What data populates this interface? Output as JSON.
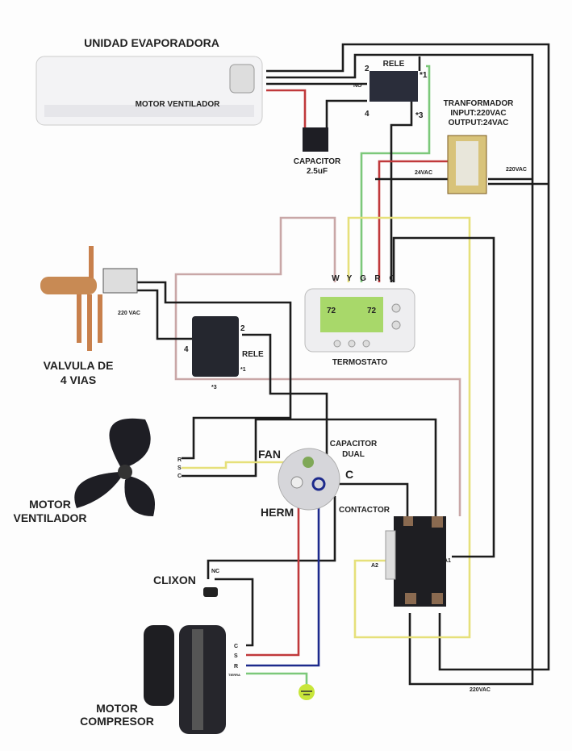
{
  "evaporator": {
    "title": "UNIDAD EVAPORADORA",
    "motor_label": "MOTOR VENTILADOR"
  },
  "relay_top": {
    "title": "RELE",
    "t2": "2",
    "no": "NO",
    "t4": "4",
    "t1": "*1",
    "t3": "*3"
  },
  "capacitor_small": {
    "line1": "CAPACITOR",
    "line2": "2.5uF"
  },
  "transformer": {
    "line1": "TRANFORMADOR",
    "line2": "INPUT:220VAC",
    "line3": "OUTPUT:24VAC",
    "out_label": "24VAC",
    "in_label": "220VAC"
  },
  "thermostat": {
    "terminals": [
      "W",
      "Y",
      "G",
      "R",
      "C"
    ],
    "title": "TERMOSTATO",
    "display_left": "72",
    "display_right": "72"
  },
  "valve": {
    "voltage": "220 VAC",
    "line1": "VALVULA DE",
    "line2": "4 VIAS"
  },
  "relay_mid": {
    "title": "RELE",
    "t2": "2",
    "t4": "4",
    "t1": "*1",
    "t3": "*3"
  },
  "fan_motor": {
    "line1": "MOTOR",
    "line2": "VENTILADOR",
    "terminals": [
      "R",
      "S",
      "C"
    ]
  },
  "dual_capacitor": {
    "fan": "FAN",
    "line1": "CAPACITOR",
    "line2": "DUAL",
    "c": "C",
    "herm": "HERM"
  },
  "contactor": {
    "title": "CONTACTOR",
    "a1": "A1",
    "a2": "A2"
  },
  "clixon": {
    "title": "CLIXON",
    "nc": "NC"
  },
  "compressor": {
    "line1": "MOTOR",
    "line2": "COMPRESOR",
    "terminals": [
      "C",
      "S",
      "R"
    ],
    "ground": "TIERRA"
  },
  "supply": {
    "label": "220VAC"
  },
  "colors": {
    "black": "#1c1c1c",
    "red": "#c0393b",
    "green": "#7cc87a",
    "yellow": "#e6e07a",
    "blue": "#1d2a8c",
    "ground": "#c8e63a"
  }
}
